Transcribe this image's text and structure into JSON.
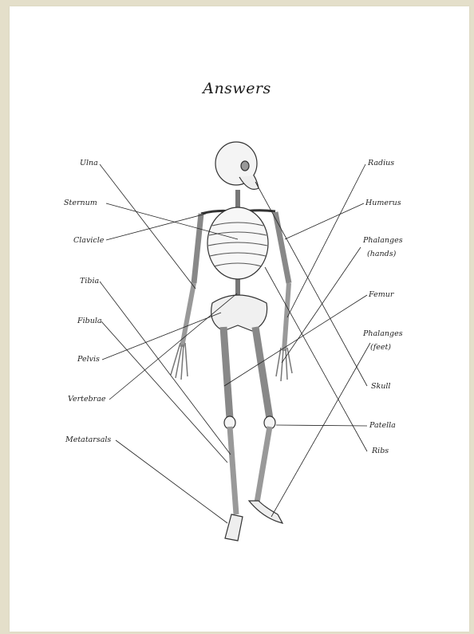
{
  "title": "Answers",
  "labels_left": [
    "Ulna",
    "Sternum",
    "Clavicle",
    "Tibia",
    "Fibula",
    "Pelvis",
    "Vertebrae",
    "Metatarsals"
  ],
  "labels_right": [
    "Radius",
    "Humerus",
    "Phalanges",
    "(hands)",
    "Femur",
    "Phalanges",
    "(feet)",
    "Skull",
    "Patella",
    "Ribs"
  ],
  "colors": {
    "page": "#ffffff",
    "background": "#e4dfca",
    "ink": "#222222"
  }
}
